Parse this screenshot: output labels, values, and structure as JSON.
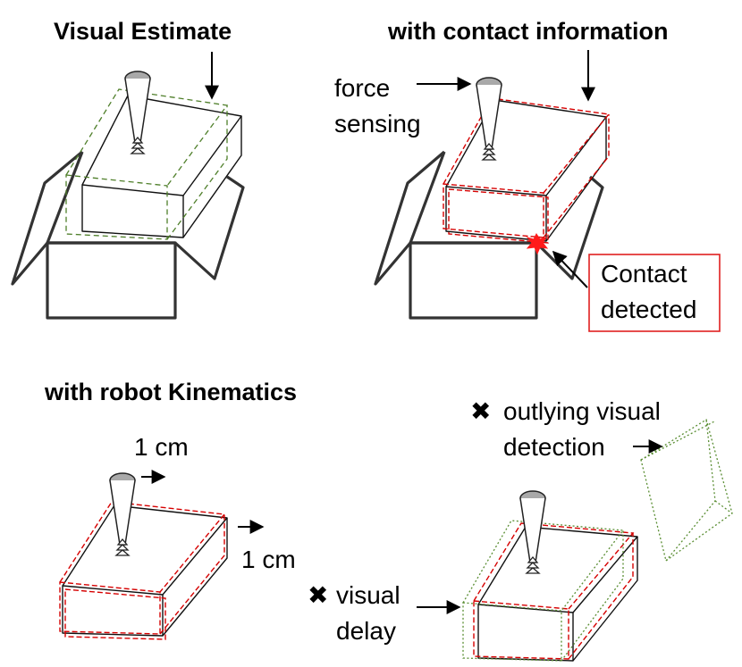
{
  "panels": {
    "visual_estimate": {
      "title": "Visual Estimate"
    },
    "contact": {
      "title": "with contact information",
      "force_label_line1": "force",
      "force_label_line2": "sensing",
      "contact_line1": "Contact",
      "contact_line2": "detected"
    },
    "kinematics": {
      "title": "with robot Kinematics",
      "shift_top": "1 cm",
      "shift_right": "1 cm"
    },
    "outliers": {
      "outlying_line1": "outlying visual",
      "outlying_line2": "detection",
      "delay_line1": "visual",
      "delay_line2": "delay",
      "cross_symbol": "✖"
    }
  },
  "colors": {
    "visual_estimate": "#4f7f2a",
    "fused_estimate": "#d60000",
    "outlier_detection": "#5a8e33",
    "contact_box_border": "#e02020",
    "tool_fill": "#a9a9a9"
  }
}
